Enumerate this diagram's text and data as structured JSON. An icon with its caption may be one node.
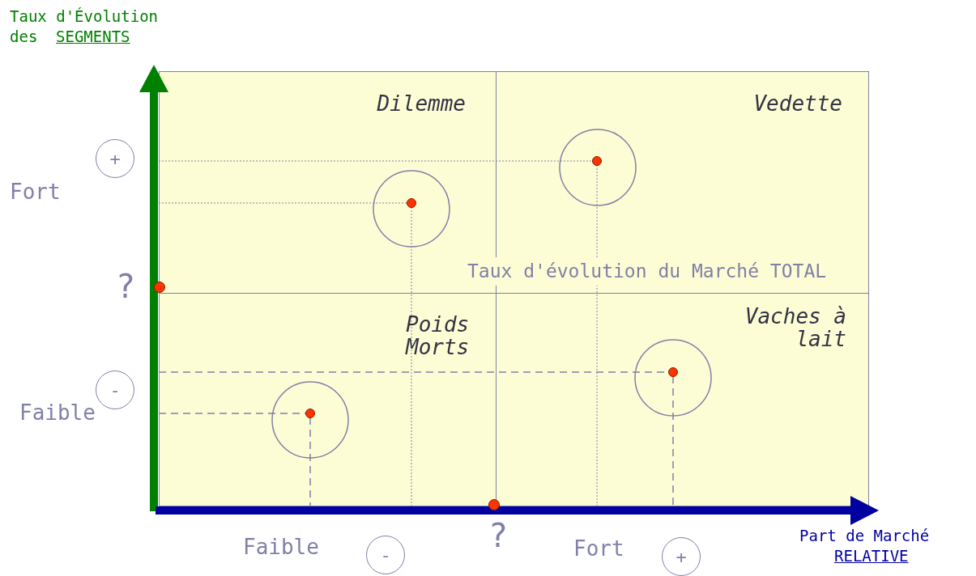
{
  "diagram": {
    "nodes": [
      {
        "text": [
          "Dilemme"
        ]
      },
      {
        "text": [
          "Vedette"
        ]
      },
      {
        "text": [
          "Poids Morts"
        ]
      },
      {
        "text": [
          "Vaches à lait"
        ]
      },
      {
        "text": [
          "+"
        ]
      },
      {
        "text": [
          "-"
        ]
      },
      {
        "text": [
          "-"
        ]
      },
      {
        "text": [
          "+"
        ]
      }
    ],
    "edges": [],
    "labels": [
      "Taux d'Évolution",
      "des",
      "SEGMENTS",
      "Fort",
      "?",
      "Faible",
      "Taux d'évolution du Marché TOTAL",
      "Faible",
      "?",
      "Fort",
      "Part de Marché",
      "RELATIVE"
    ]
  }
}
